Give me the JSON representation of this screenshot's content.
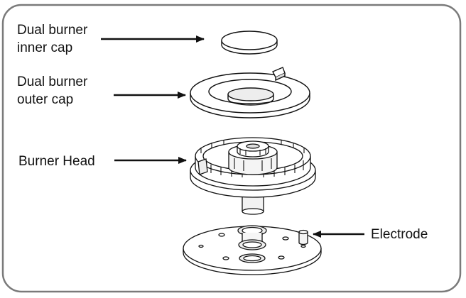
{
  "labels": {
    "inner_cap_line1": "Dual burner",
    "inner_cap_line2": "inner cap",
    "outer_cap_line1": "Dual burner",
    "outer_cap_line2": "outer cap",
    "burner_head": "Burner Head",
    "electrode": "Electrode"
  },
  "colors": {
    "stroke": "#111111",
    "frame": "#7a7a7a",
    "fill": "#ffffff",
    "shade": "#e9e9e9"
  }
}
